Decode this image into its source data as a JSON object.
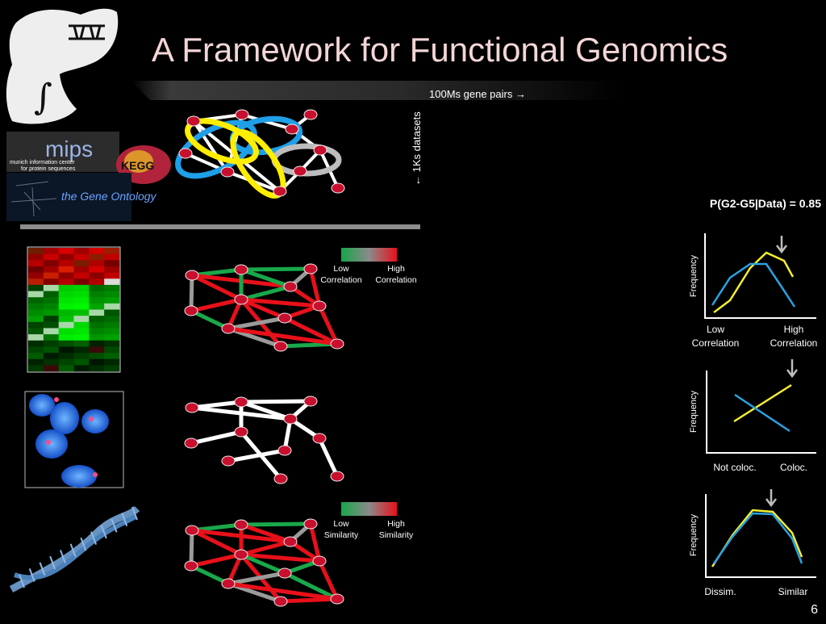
{
  "slide": {
    "title": "A Framework for Functional Genomics",
    "page_number": "6"
  },
  "header_bar": {
    "x_label": "100Ms gene pairs →",
    "y_label": "← 1Ks datasets"
  },
  "logos": {
    "mips_name": "mips",
    "mips_line1": "munich information center",
    "mips_line2": "for protein sequences",
    "kegg_name": "KEGG",
    "go_name": "the Gene Ontology"
  },
  "posterior": {
    "text": "P(G2-G5|Data) = 0.85"
  },
  "correlation_legend": {
    "low": [
      "Low",
      "Correlation"
    ],
    "high": [
      "High",
      "Correlation"
    ]
  },
  "similarity_legend": {
    "low": [
      "Low",
      "Similarity"
    ],
    "high": [
      "High",
      "Similarity"
    ]
  },
  "plots": [
    {
      "ylabel": "Frequency",
      "x_left": [
        "Low",
        "Correlation"
      ],
      "x_right": [
        "High",
        "Correlation"
      ]
    },
    {
      "ylabel": "Frequency",
      "x_left": [
        "Not coloc."
      ],
      "x_right": [
        "Coloc."
      ]
    },
    {
      "ylabel": "Frequency",
      "x_left": [
        "Dissim."
      ],
      "x_right": [
        "Similar"
      ]
    }
  ],
  "colors": {
    "background": "#000000",
    "title": "#f4d6d6",
    "node": "#c8102e",
    "edge_green": "#19a84a",
    "edge_red": "#e8101a",
    "edge_gray": "#9a9a9a",
    "ellipse_yellow": "#ffee00",
    "ellipse_blue": "#1e9fe8",
    "ellipse_gray": "#bdbdbd",
    "curve_yellow": "#f4ee30",
    "curve_blue": "#2aa2e0"
  }
}
